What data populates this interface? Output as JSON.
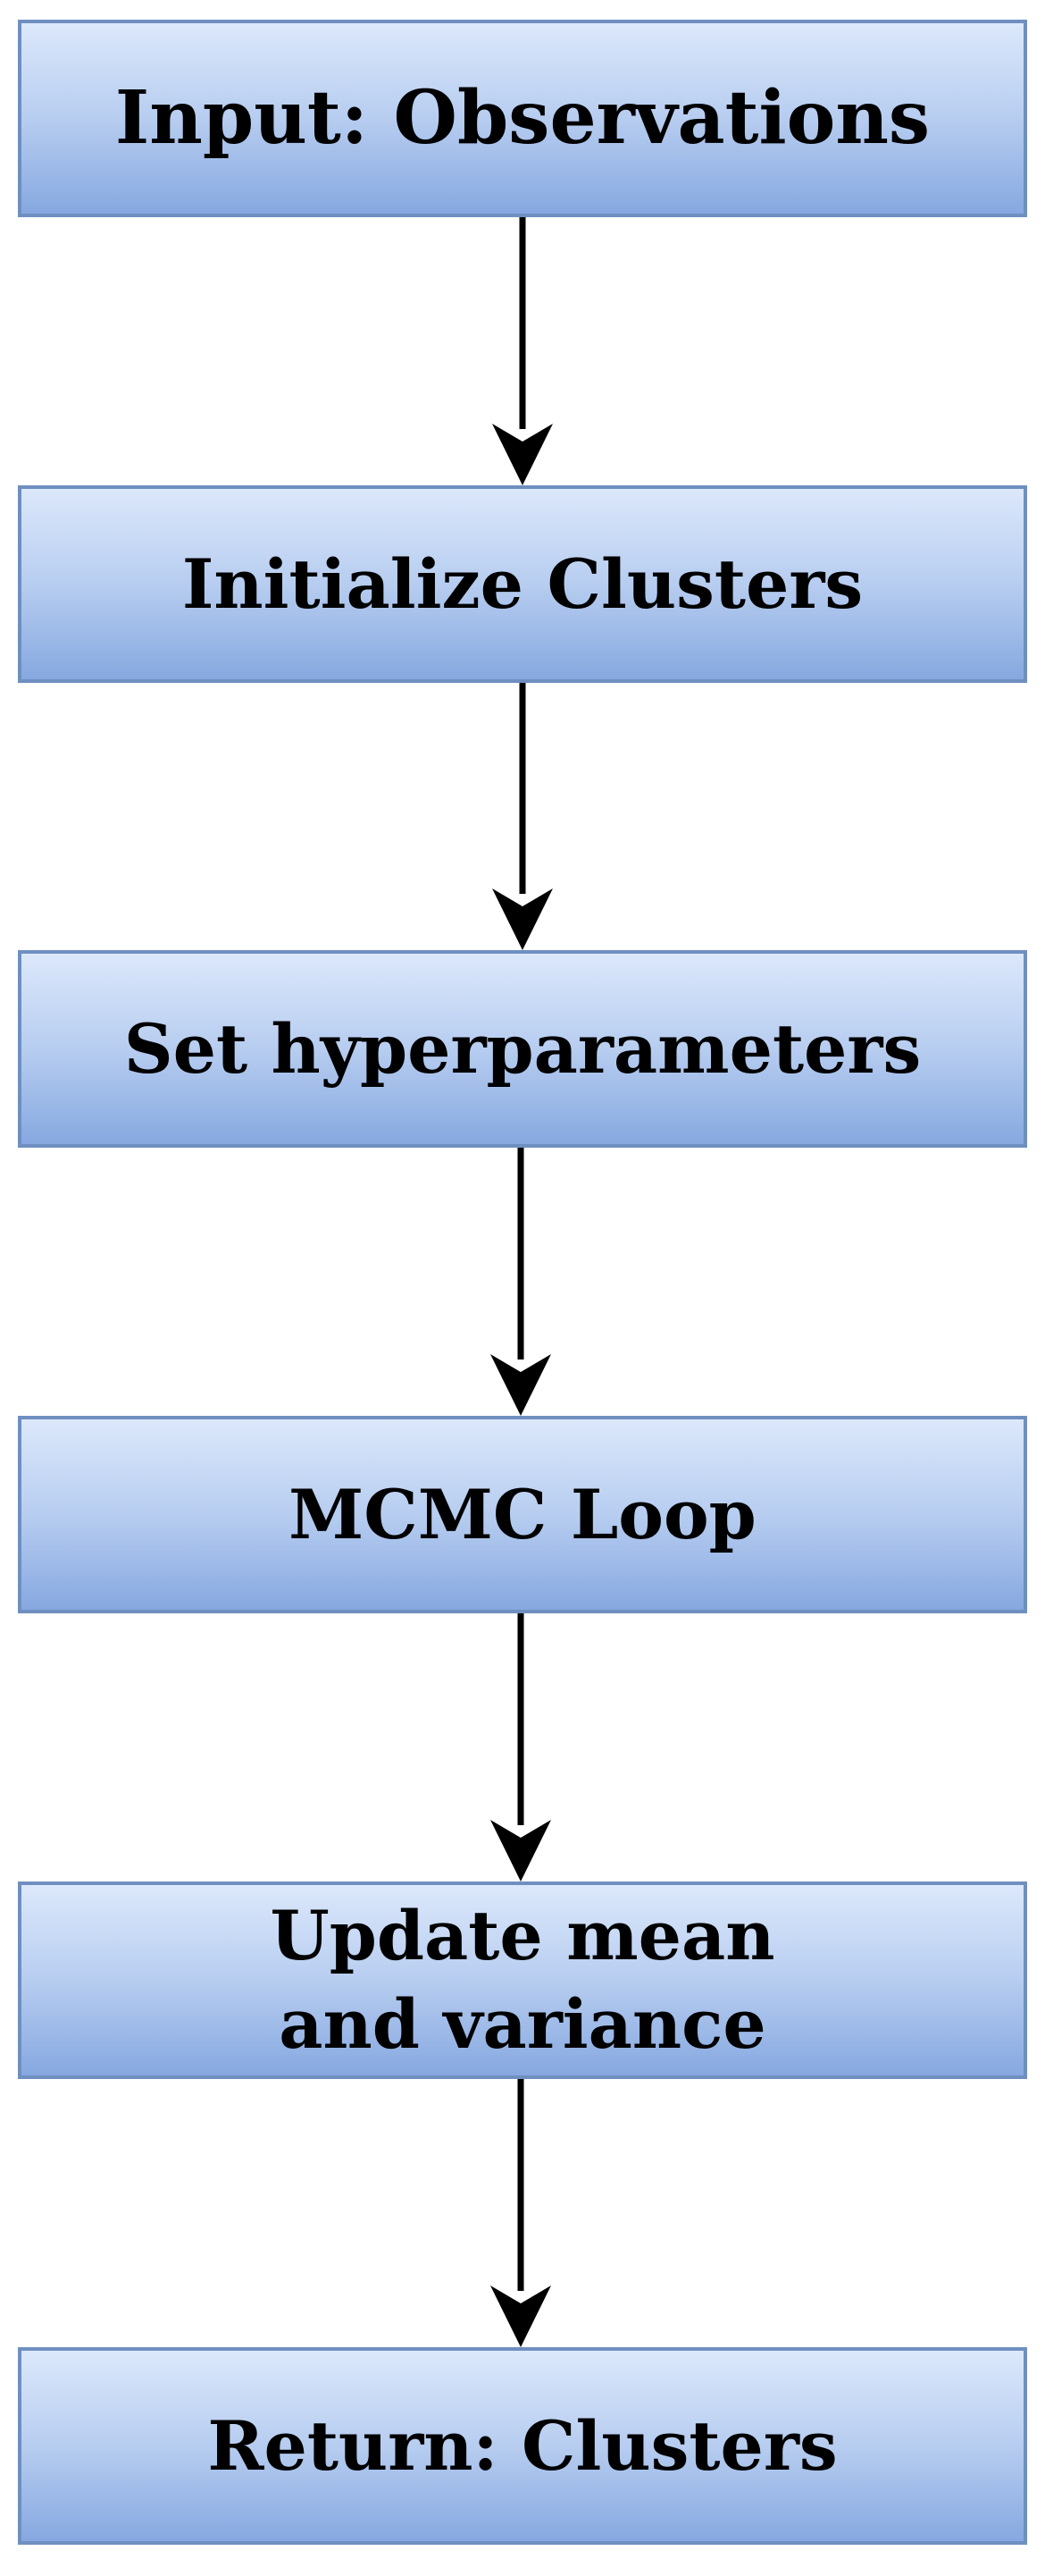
{
  "flowchart": {
    "steps": [
      {
        "label": "Input: Observations"
      },
      {
        "label": "Initialize Clusters"
      },
      {
        "label": "Set hyperparameters"
      },
      {
        "label": "MCMC Loop"
      },
      {
        "label": "Update mean\nand variance"
      },
      {
        "label": "Return: Clusters"
      }
    ],
    "colors": {
      "box_fill_top": "#dce8fb",
      "box_fill_bottom": "#86a8e0",
      "box_border": "#6f8fc0",
      "arrow": "#000000",
      "text": "#000000"
    }
  }
}
